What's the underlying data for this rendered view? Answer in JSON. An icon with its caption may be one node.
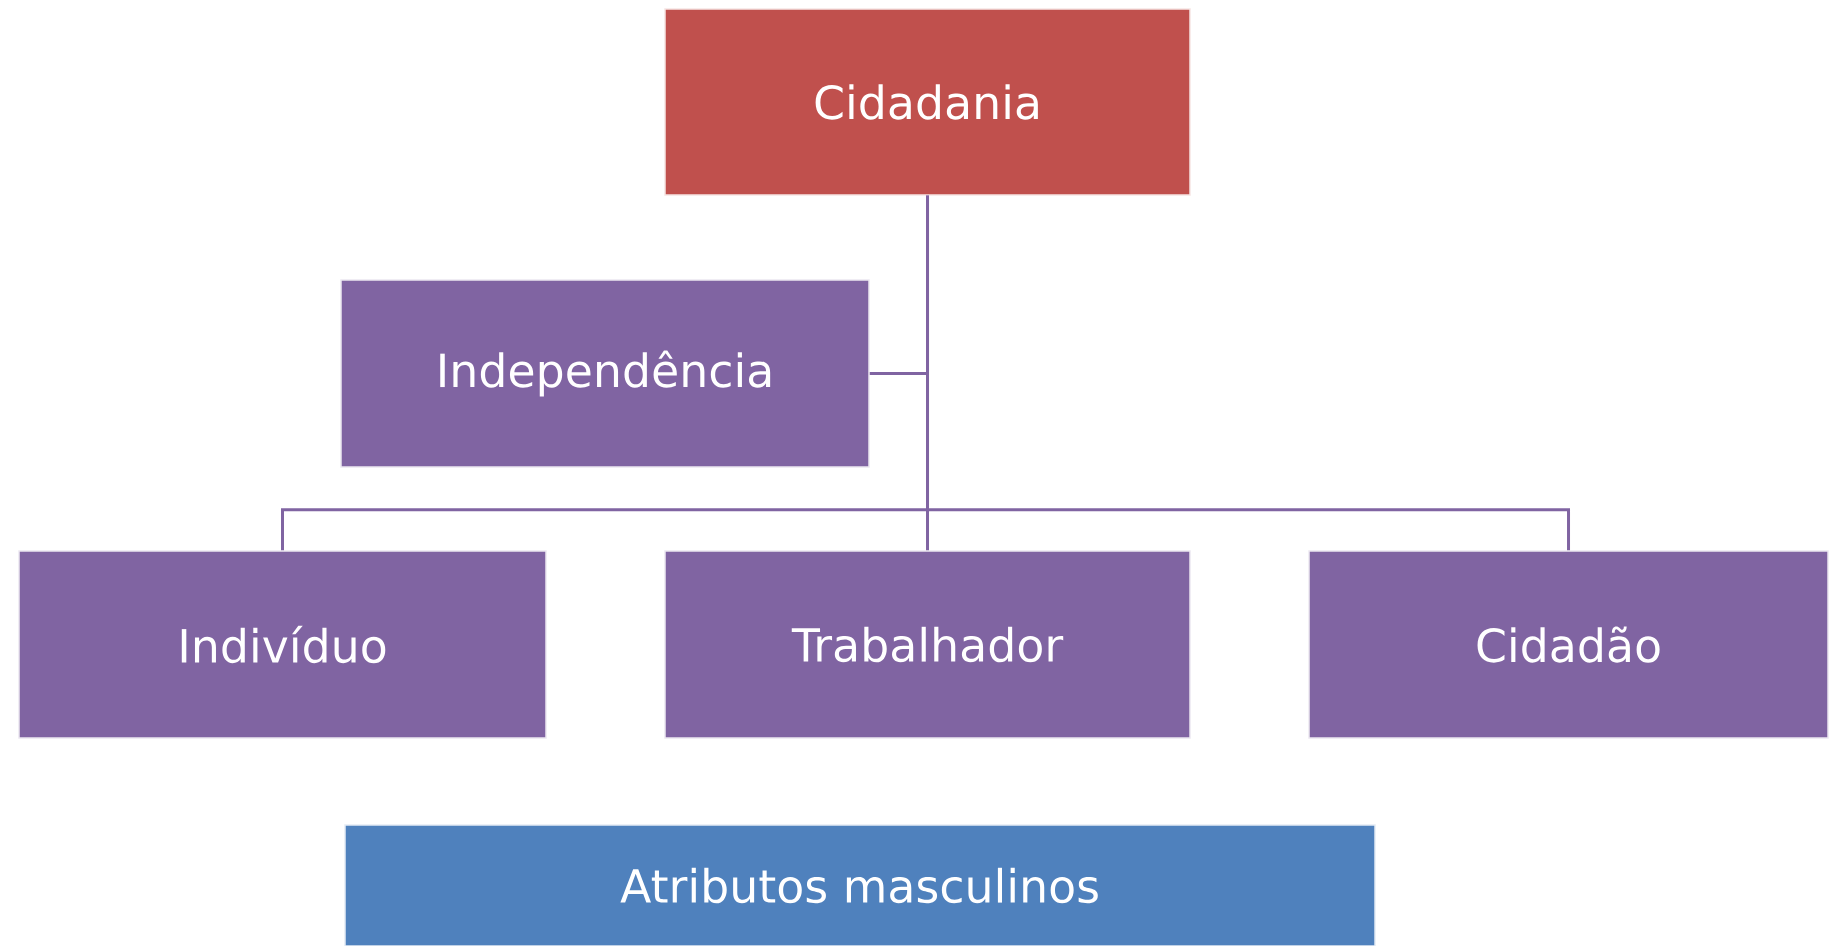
{
  "diagram": {
    "nodes": [
      {
        "text": [
          "Cidadania"
        ]
      },
      {
        "text": [
          "Independência"
        ]
      },
      {
        "text": [
          "Indivíduo"
        ]
      },
      {
        "text": [
          "Trabalhador"
        ]
      },
      {
        "text": [
          "Cidadão"
        ]
      },
      {
        "text": [
          "Atributos masculinos"
        ]
      }
    ],
    "edges": [
      {
        "from": 0,
        "to": 1,
        "arrow": "none"
      },
      {
        "from": 0,
        "to": 2,
        "arrow": "none"
      },
      {
        "from": 0,
        "to": 3,
        "arrow": "none"
      },
      {
        "from": 0,
        "to": 4,
        "arrow": "none"
      }
    ]
  }
}
